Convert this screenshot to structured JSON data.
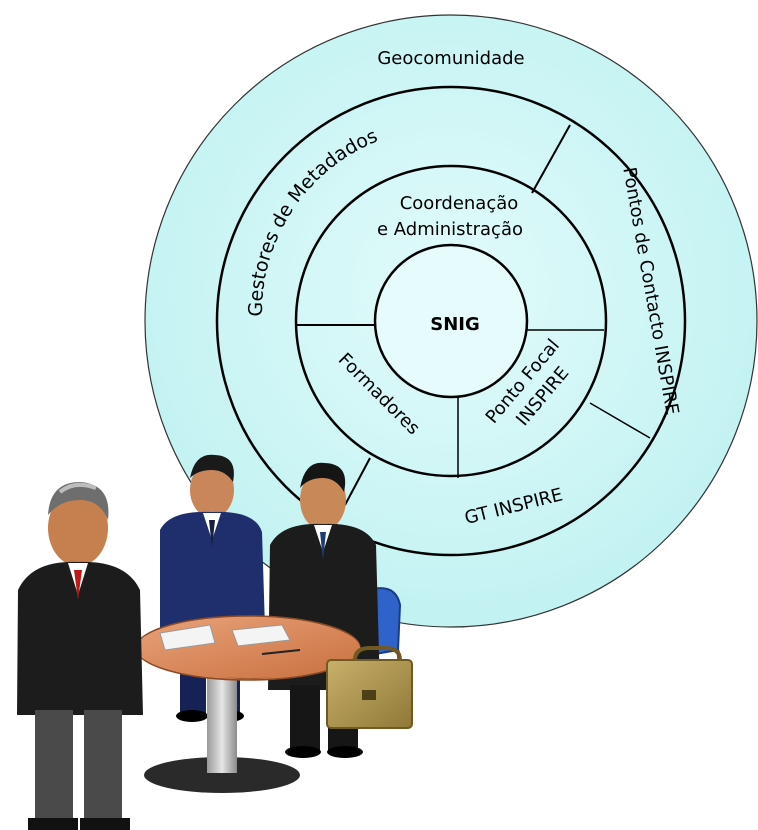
{
  "diagram": {
    "outer_ring": {
      "label": "Geocomunidade"
    },
    "middle_ring": [
      {
        "label": "Gestores de Metadados"
      },
      {
        "label": "Pontos de Contacto INSPIRE"
      },
      {
        "label": "GT INSPIRE"
      }
    ],
    "inner_ring": [
      {
        "line1": "Coordenação",
        "line2": "e Administração"
      },
      {
        "label": "Formadores"
      },
      {
        "line1": "Ponto Focal",
        "line2": "INSPIRE"
      }
    ],
    "core": {
      "label": "SNIG"
    }
  },
  "illustration": {
    "description_icon": "people-meeting-clipart"
  },
  "colors": {
    "circle_fill": "#ccf7f7",
    "circle_stroke": "#000000",
    "suit_dark": "#1c1c1c",
    "suit_navy": "#1f2f6e",
    "table_top": "#d9875a",
    "briefcase": "#b39a52"
  }
}
